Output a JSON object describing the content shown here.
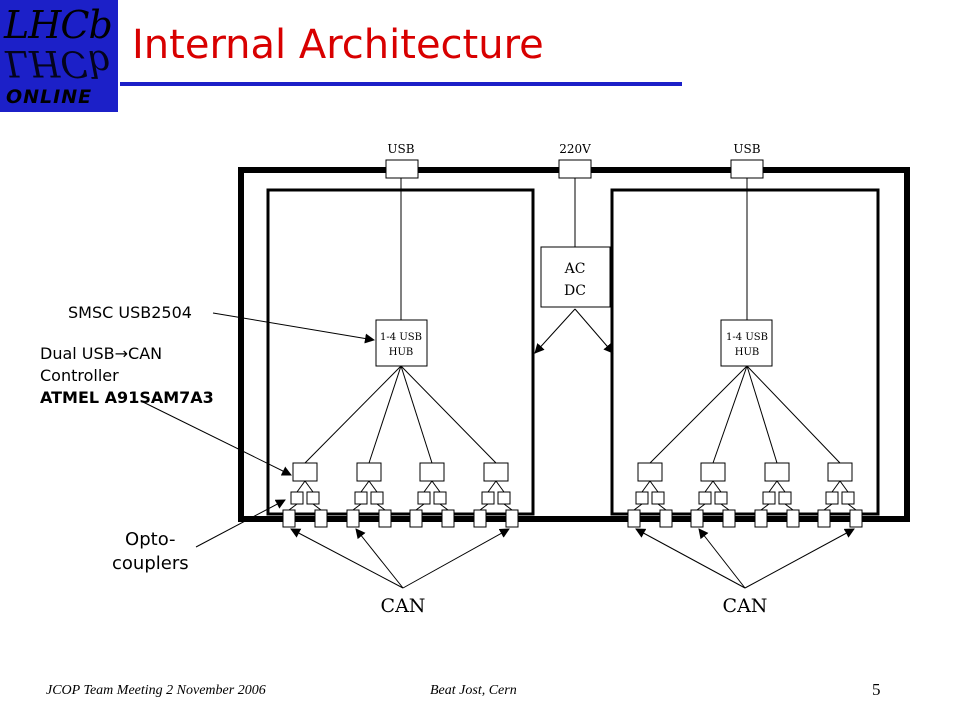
{
  "logo": {
    "lhcb": "LHCb",
    "online": "ONLINE"
  },
  "title": "Internal Architecture",
  "diagram": {
    "top_ports": {
      "usb_left": "USB",
      "power": "220V",
      "usb_right": "USB"
    },
    "acdc": {
      "line1": "AC",
      "line2": "DC"
    },
    "hub_left": {
      "line1": "1-4 USB",
      "line2": "HUB"
    },
    "hub_right": {
      "line1": "1-4 USB",
      "line2": "HUB"
    },
    "can_left": "CAN",
    "can_right": "CAN"
  },
  "callouts": {
    "smsc": "SMSC USB2504",
    "dual_line1_a": "Dual USB",
    "dual_line1_arrow": "→",
    "dual_line1_b": "CAN",
    "dual_line2": "Controller",
    "dual_line3": "ATMEL A91SAM7A3",
    "opto_line1": "Opto-",
    "opto_line2": "couplers"
  },
  "footer": {
    "left": "JCOP Team Meeting 2 November 2006",
    "middle": "Beat Jost, Cern",
    "page": "5"
  }
}
